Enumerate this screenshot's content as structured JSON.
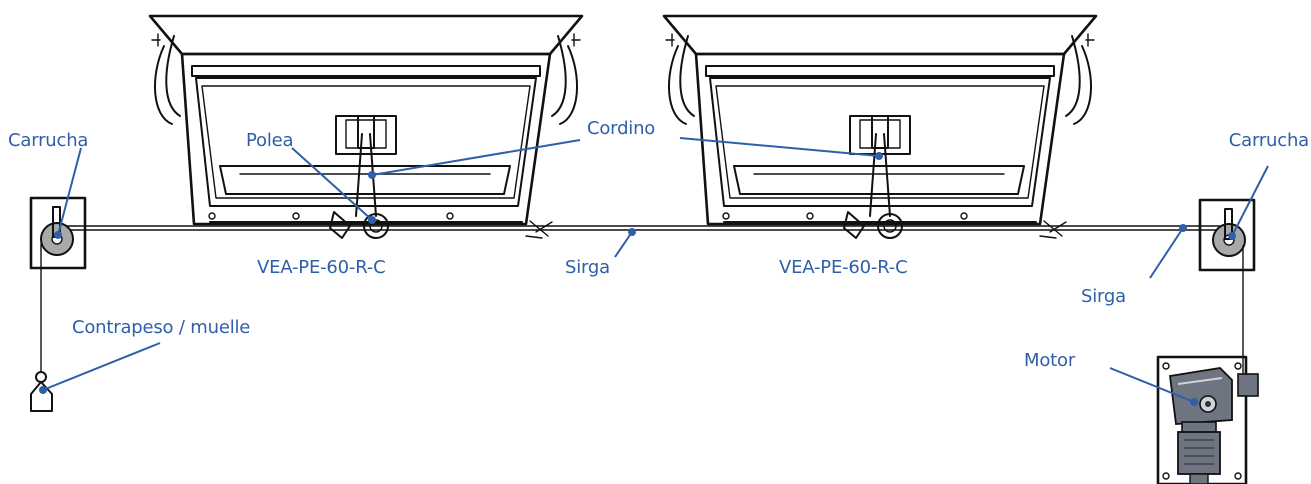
{
  "diagram": {
    "colors": {
      "label": "#2f5fa8",
      "line": "#111111",
      "pulley_fill": "#a9a9a9",
      "motor_fill": "#6e7480",
      "background": "#ffffff"
    },
    "labels": {
      "carrucha_left": "Carrucha",
      "carrucha_right": "Carrucha",
      "polea": "Polea",
      "cordino": "Cordino",
      "model_left": "VEA-PE-60-R-C",
      "model_right": "VEA-PE-60-R-C",
      "sirga_center": "Sirga",
      "sirga_right": "Sirga",
      "contrapeso": "Contrapeso / muelle",
      "motor": "Motor"
    }
  }
}
